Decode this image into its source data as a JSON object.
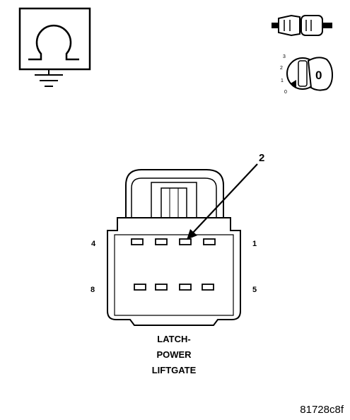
{
  "icons": {
    "ground_icon": "ground-ohm-symbol-icon",
    "connector_icon": "connector-disconnect-icon",
    "ignition_icon": "ignition-key-off-icon",
    "ignition_positions": [
      "3",
      "2",
      "1",
      "0"
    ],
    "ignition_key_label": "0"
  },
  "connector": {
    "pin_labels": {
      "top_left": "4",
      "top_right": "1",
      "bottom_left": "8",
      "bottom_right": "5"
    },
    "callout": "2",
    "title_lines": [
      "LATCH-",
      "POWER",
      "LIFTGATE"
    ]
  },
  "figure_id": "81728c8f"
}
